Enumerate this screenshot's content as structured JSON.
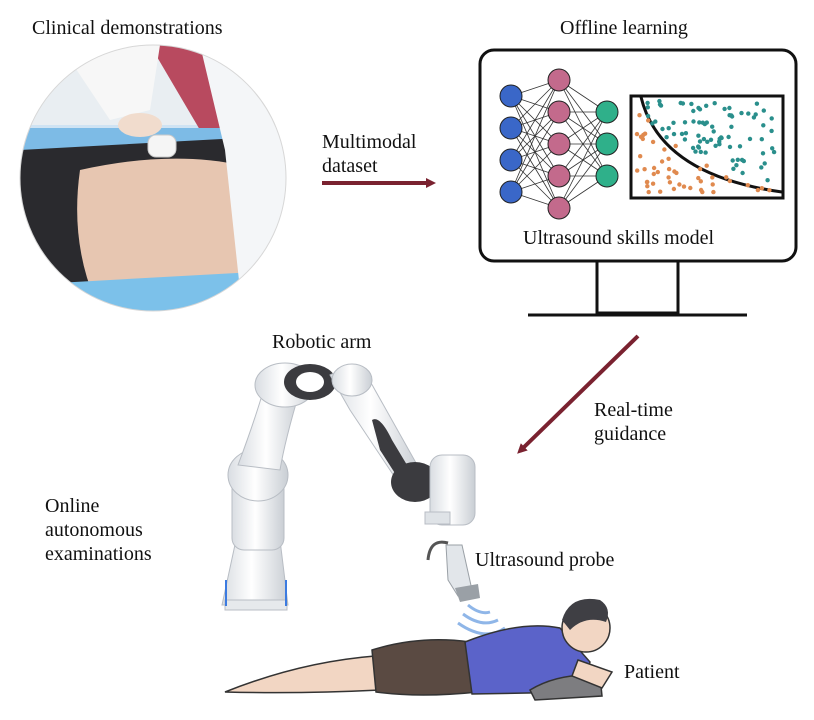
{
  "labels": {
    "clinical": "Clinical demonstrations",
    "offline": "Offline learning",
    "multimodal_line1": "Multimodal",
    "multimodal_line2": "dataset",
    "model": "Ultrasound skills model",
    "robotic_arm": "Robotic arm",
    "realtime_line1": "Real-time",
    "realtime_line2": "guidance",
    "online_line1": "Online",
    "online_line2": "autonomous",
    "online_line3": "examinations",
    "probe": "Ultrasound probe",
    "patient": "Patient"
  },
  "colors": {
    "arrow": "#7a2230",
    "input_node": "#3a67c8",
    "hidden_node": "#c36a8c",
    "output_node": "#2fb08a",
    "teal_dot": "#2a8f8c",
    "orange_dot": "#e08a4f",
    "patient_shirt": "#5b63c9",
    "patient_shorts": "#5a4a42",
    "skin": "#f2d6c3"
  },
  "icons": [
    "neural-network-icon",
    "scatter-plot-icon",
    "monitor-icon",
    "robotic-arm-icon",
    "ultrasound-probe-icon",
    "patient-icon"
  ]
}
